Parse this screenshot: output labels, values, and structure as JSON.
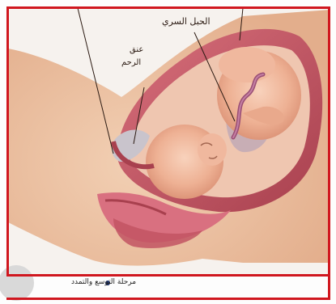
{
  "labels": {
    "umbilical_cord": "الحبل السري",
    "cervix_line1": "عنق",
    "cervix_line2": "الرحم"
  },
  "caption": "مرحلة التوسع والتمدد",
  "colors": {
    "frame_red": "#d0171f",
    "uterus": "#c25463",
    "skin": "#f0b89e",
    "amniotic": "#b8a4b8",
    "caption_dot": "#1a2f66"
  }
}
